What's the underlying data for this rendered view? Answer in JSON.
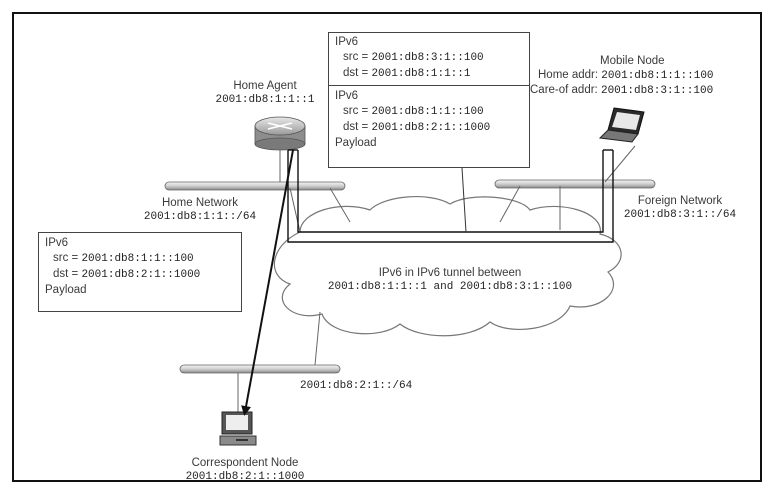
{
  "home_agent": {
    "name": "Home Agent",
    "addr": "2001:db8:1:1::1"
  },
  "mobile_node": {
    "name": "Mobile Node",
    "home_label": "Home addr:",
    "home_addr": "2001:db8:1:1::100",
    "coa_label": "Care-of addr:",
    "coa_addr": "2001:db8:3:1::100"
  },
  "home_network": {
    "name": "Home Network",
    "prefix": "2001:db8:1:1::/64"
  },
  "foreign_network": {
    "name": "Foreign Network",
    "prefix": "2001:db8:3:1::/64"
  },
  "correspondent_network": {
    "prefix": "2001:db8:2:1::/64"
  },
  "correspondent_node": {
    "name": "Correspondent Node",
    "addr": "2001:db8:2:1::1000"
  },
  "tunnel": {
    "line1": "IPv6 in IPv6 tunnel between",
    "line2": "2001:db8:1:1::1 and 2001:db8:3:1::100"
  },
  "outer_packet": {
    "header": "IPv6",
    "src_label": "src = ",
    "src": "2001:db8:3:1::100",
    "dst_label": "dst = ",
    "dst": "2001:db8:1:1::1"
  },
  "inner_packet": {
    "header": "IPv6",
    "src_label": "src = ",
    "src": "2001:db8:1:1::100",
    "dst_label": "dst = ",
    "dst": "2001:db8:2:1::1000",
    "payload": "Payload"
  },
  "delivered_packet": {
    "header": "IPv6",
    "src_label": "src = ",
    "src": "2001:db8:1:1::100",
    "dst_label": "dst = ",
    "dst": "2001:db8:2:1::1000",
    "payload": "Payload"
  }
}
